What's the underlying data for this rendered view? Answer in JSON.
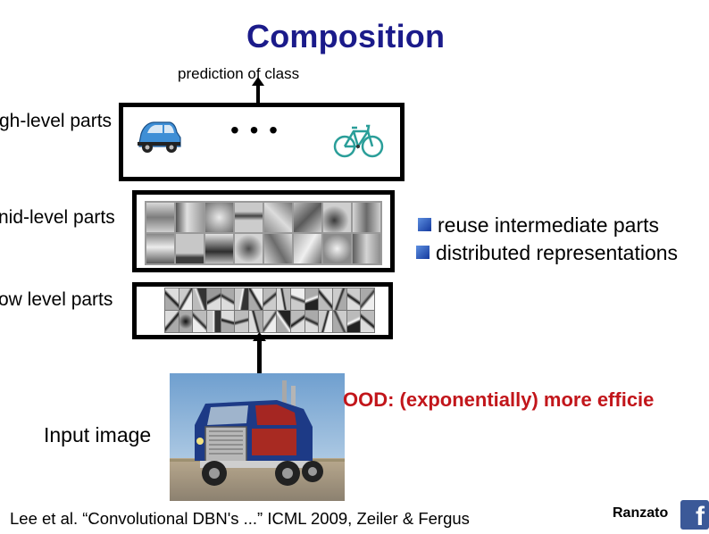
{
  "slide": {
    "title": "Composition",
    "prediction_label": "prediction of class",
    "levels": {
      "high": "gh-level parts",
      "mid": "nid-level parts",
      "low": "ow level parts"
    },
    "ellipsis": "• • •",
    "bullets": [
      "reuse intermediate parts",
      "distributed representations"
    ],
    "good_text": "OOD: (exponentially) more efficie",
    "input_label": "Input image",
    "footer": "Lee et al. “Convolutional DBN's ...” ICML 2009, Zeiler & Fergus",
    "author": "Ranzato",
    "social_icon": "f"
  },
  "colors": {
    "title": "#1b1b8a",
    "good_text": "#c2161b",
    "bullet": "#1f4fb5",
    "facebook": "#3b5998"
  },
  "icons": [
    "car-icon",
    "bicycle-icon",
    "arrow-up-icon",
    "facebook-icon",
    "truck-image"
  ]
}
